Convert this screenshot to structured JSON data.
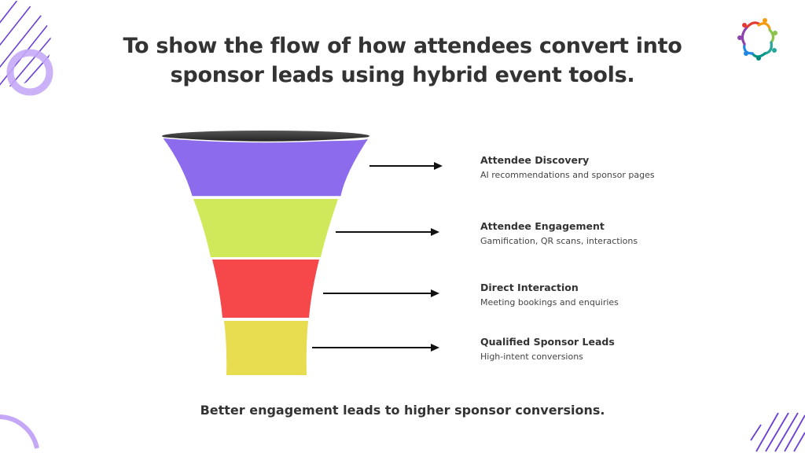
{
  "title_line1": "To show the flow of how attendees convert into",
  "title_line2": "sponsor leads using hybrid event tools.",
  "stages": [
    {
      "name": "Attendee Discovery",
      "description": "AI recommendations and sponsor pages",
      "color": "#8c6bec"
    },
    {
      "name": "Attendee Engagement",
      "description": "Gamification, QR scans, interactions",
      "color": "#cfe95a"
    },
    {
      "name": "Direct Interaction",
      "description": "Meeting bookings and enquiries",
      "color": "#f6484a"
    },
    {
      "name": "Qualified Sponsor Leads",
      "description": "High-intent conversions",
      "color": "#e8dc50"
    }
  ],
  "footer": "Better engagement leads to higher sponsor conversions.",
  "accent_color": "#c4a8f7",
  "icons": {
    "logo": "people-circle-logo"
  }
}
